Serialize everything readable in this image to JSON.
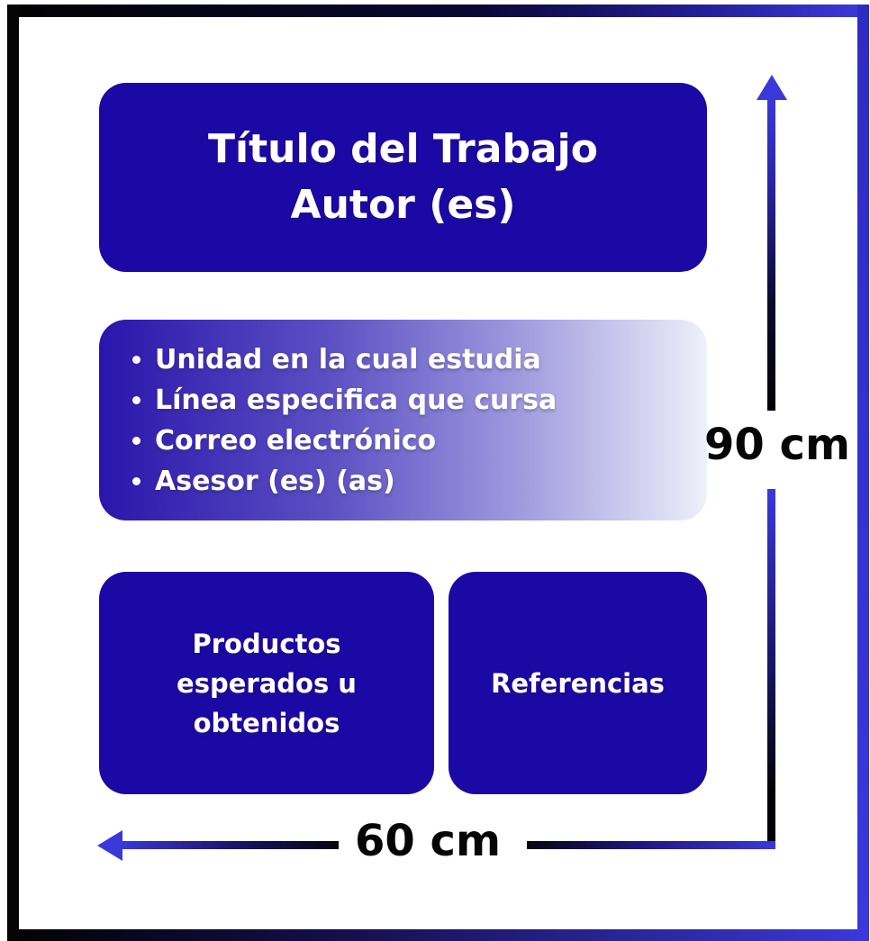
{
  "title_box": {
    "lines": [
      "Título del Trabajo",
      "Autor (es)"
    ]
  },
  "info_box": {
    "bullets": [
      "Unidad en la cual estudia",
      "Línea especifica que cursa",
      "Correo electrónico",
      "Asesor (es) (as)"
    ]
  },
  "products_box": {
    "label": "Productos esperados u obtenidos"
  },
  "references_box": {
    "label": "Referencias"
  },
  "dimensions": {
    "height_label": "90 cm",
    "width_label": "60 cm"
  },
  "colors": {
    "box_blue": "#1c08a5",
    "arrow_blue": "#3b38d9",
    "frame_black": "#050505",
    "frame_blue": "#3b38d9",
    "info_gradient_start": "#2a15ab",
    "info_gradient_end": "#eef0fa",
    "text_white": "#ffffff",
    "label_black": "#060606"
  }
}
